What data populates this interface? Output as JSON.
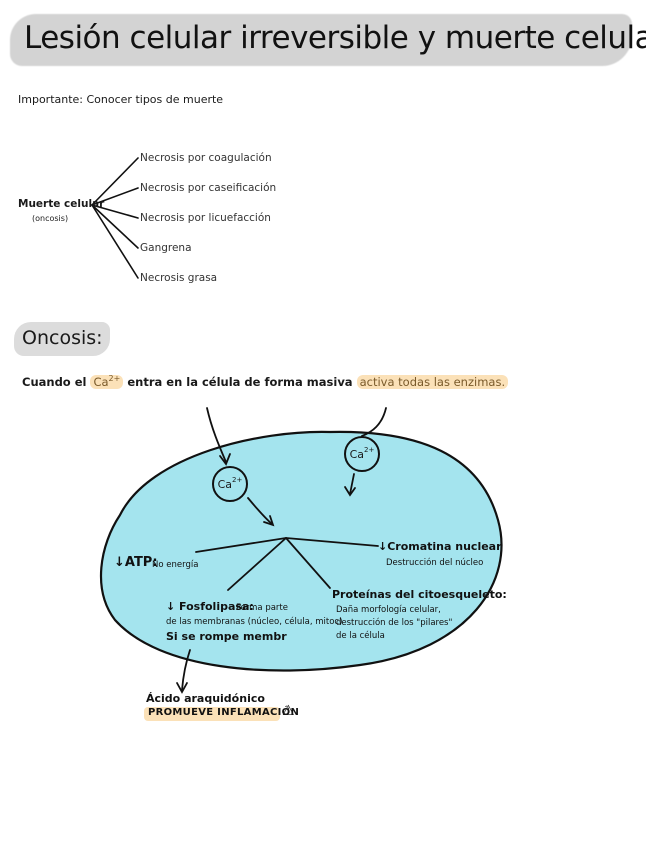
{
  "title": "Lesión celular irreversible y muerte celular",
  "important": "Importante: Conocer tipos de muerte",
  "muerte_celular": {
    "label": "Muerte celular",
    "sub": "(oncosis)",
    "branches": [
      "Necrosis por coagulación",
      "Necrosis por caseificación",
      "Necrosis por licuefacción",
      "Gangrena",
      "Necrosis grasa"
    ]
  },
  "oncosis": {
    "heading": "Oncosis:",
    "intro_pre": "Cuando el",
    "ca": "Ca",
    "ca_sup": "2+",
    "intro_mid": "entra en la célula de forma masiva",
    "intro_hl": "activa todas las enzimas."
  },
  "cell": {
    "ca1": "Ca",
    "ca2": "Ca",
    "ca_sup": "2+",
    "atp": "↓ATP:",
    "atp_note": "No energía",
    "cromatina": "↓Cromatina nuclear",
    "cromatina_note": "Destrucción del núcleo",
    "fosfolipasa": "↓ Fosfolipasa:",
    "fosfolipasa_note1": "Forma parte",
    "fosfolipasa_note2": "de las membranas (núcleo, célula, mitoc)",
    "se_rompe": "Si se rompe membr",
    "proteinas": "Proteínas del citoesqueleto:",
    "proteinas_note1": "Daña morfología celular,",
    "proteinas_note2": "destrucción de los \"pilares\"",
    "proteinas_note3": "de la célula"
  },
  "acido": "Ácido araquidónico",
  "promueve": "PROMUEVE INFLAMACIÓN",
  "warning_icon": "⚠",
  "colors": {
    "cell_fill": "#a4e4ee",
    "highlight": "#fbe1b8",
    "band": "#d3d3d3"
  }
}
